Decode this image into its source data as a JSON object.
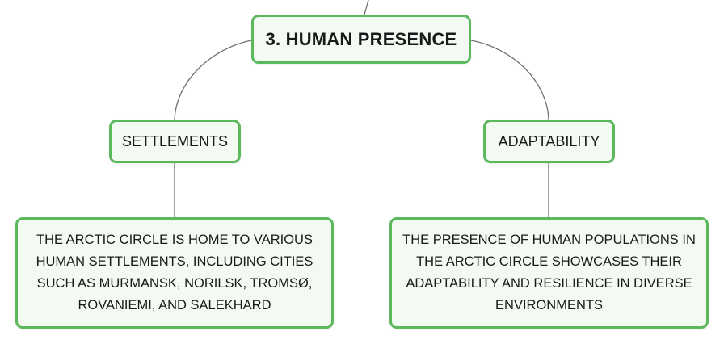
{
  "diagram": {
    "root": {
      "label": "3. HUMAN PRESENCE"
    },
    "branches": [
      {
        "label": "SETTLEMENTS",
        "detail": "THE ARCTIC CIRCLE IS HOME TO VARIOUS HUMAN SETTLEMENTS, INCLUDING CITIES SUCH AS MURMANSK, NORILSK, TROMSØ, ROVANIEMI, AND SALEKHARD"
      },
      {
        "label": "ADAPTABILITY",
        "detail": "THE PRESENCE OF HUMAN POPULATIONS IN THE ARCTIC CIRCLE SHOWCASES THEIR ADAPTABILITY AND RESILIENCE IN DIVERSE ENVIRONMENTS"
      }
    ],
    "colors": {
      "node_border": "#5cb85c",
      "node_fill": "#f3faf2",
      "connector": "#707070",
      "text": "#1a1a1a"
    }
  }
}
